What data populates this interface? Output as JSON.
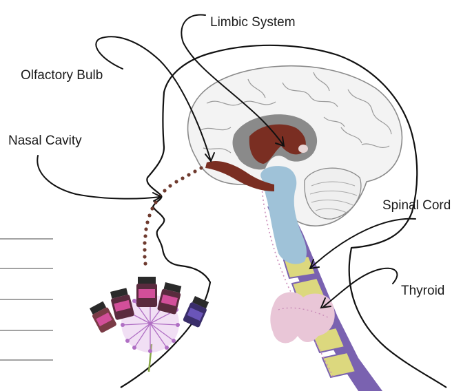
{
  "labels": {
    "limbic_system": "Limbic System",
    "olfactory_bulb": "Olfactory Bulb",
    "nasal_cavity": "Nasal Cavity",
    "spinal_cord": "Spinal Cord",
    "thyroid": "Thyroid"
  },
  "colors": {
    "outline": "#111111",
    "brain_fill": "#f3f3f3",
    "brain_line": "#8a8a8a",
    "limbic_gray": "#8a8a8a",
    "limbic_brown": "#7a2e22",
    "olfactory_dots": "#6e3a2e",
    "spine_blue": "#9fc2d8",
    "spine_yellow": "#dcd87e",
    "spine_purple": "#7a62b0",
    "thyroid_pink": "#e9c6d7",
    "flower_purple": "#b06fc4",
    "bottle_pink": "#d24f9a",
    "bottle_violet": "#6a55b8"
  },
  "icons": [
    "essential-oil-bottle-icon",
    "allium-flower-icon"
  ]
}
